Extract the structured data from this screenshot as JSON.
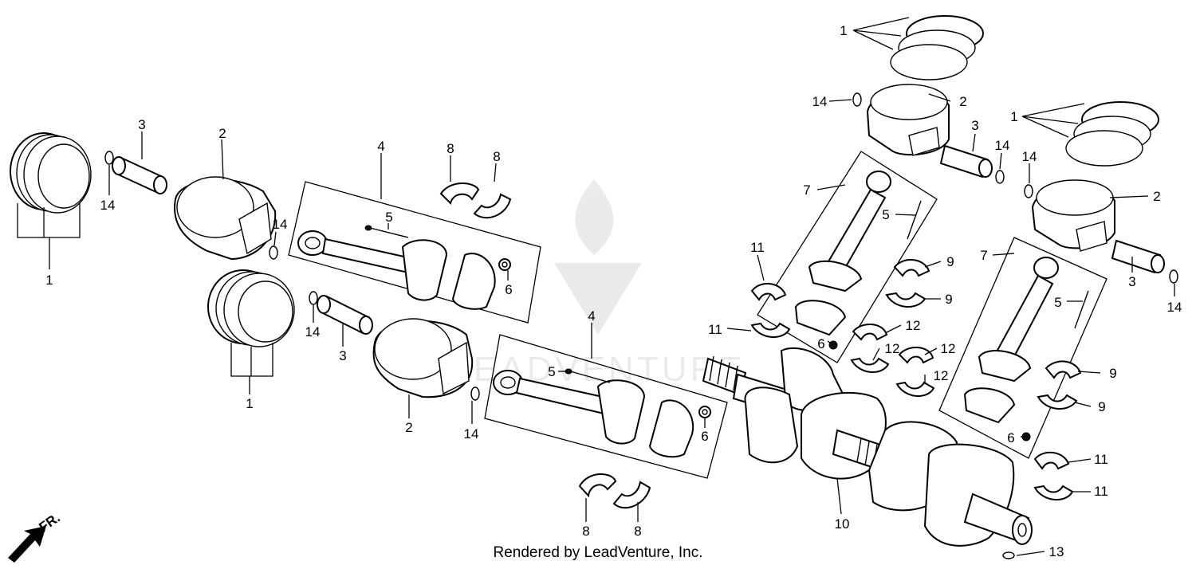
{
  "credit": "Rendered by LeadVenture, Inc.",
  "watermark": "LEADVENTURE",
  "direction_label": "FR.",
  "callouts": [
    {
      "id": "c1a",
      "text": "1"
    },
    {
      "id": "c1b",
      "text": "1"
    },
    {
      "id": "c1c",
      "text": "1"
    },
    {
      "id": "c1d",
      "text": "1"
    },
    {
      "id": "c2a",
      "text": "2"
    },
    {
      "id": "c2b",
      "text": "2"
    },
    {
      "id": "c2c",
      "text": "2"
    },
    {
      "id": "c2d",
      "text": "2"
    },
    {
      "id": "c3a",
      "text": "3"
    },
    {
      "id": "c3b",
      "text": "3"
    },
    {
      "id": "c3c",
      "text": "3"
    },
    {
      "id": "c3d",
      "text": "3"
    },
    {
      "id": "c4a",
      "text": "4"
    },
    {
      "id": "c4b",
      "text": "4"
    },
    {
      "id": "c5a",
      "text": "5"
    },
    {
      "id": "c5b",
      "text": "5"
    },
    {
      "id": "c5c",
      "text": "5"
    },
    {
      "id": "c5d",
      "text": "5"
    },
    {
      "id": "c6a",
      "text": "6"
    },
    {
      "id": "c6b",
      "text": "6"
    },
    {
      "id": "c6c",
      "text": "6"
    },
    {
      "id": "c6d",
      "text": "6"
    },
    {
      "id": "c7a",
      "text": "7"
    },
    {
      "id": "c7b",
      "text": "7"
    },
    {
      "id": "c8a",
      "text": "8"
    },
    {
      "id": "c8b",
      "text": "8"
    },
    {
      "id": "c8c",
      "text": "8"
    },
    {
      "id": "c8d",
      "text": "8"
    },
    {
      "id": "c9a",
      "text": "9"
    },
    {
      "id": "c9b",
      "text": "9"
    },
    {
      "id": "c9c",
      "text": "9"
    },
    {
      "id": "c9d",
      "text": "9"
    },
    {
      "id": "c10",
      "text": "10"
    },
    {
      "id": "c11a",
      "text": "11"
    },
    {
      "id": "c11b",
      "text": "11"
    },
    {
      "id": "c11c",
      "text": "11"
    },
    {
      "id": "c11d",
      "text": "11"
    },
    {
      "id": "c12a",
      "text": "12"
    },
    {
      "id": "c12b",
      "text": "12"
    },
    {
      "id": "c12c",
      "text": "12"
    },
    {
      "id": "c12d",
      "text": "12"
    },
    {
      "id": "c13",
      "text": "13"
    },
    {
      "id": "c14a",
      "text": "14"
    },
    {
      "id": "c14b",
      "text": "14"
    },
    {
      "id": "c14c",
      "text": "14"
    },
    {
      "id": "c14d",
      "text": "14"
    },
    {
      "id": "c14e",
      "text": "14"
    },
    {
      "id": "c14f",
      "text": "14"
    },
    {
      "id": "c14g",
      "text": "14"
    },
    {
      "id": "c14h",
      "text": "14"
    }
  ]
}
